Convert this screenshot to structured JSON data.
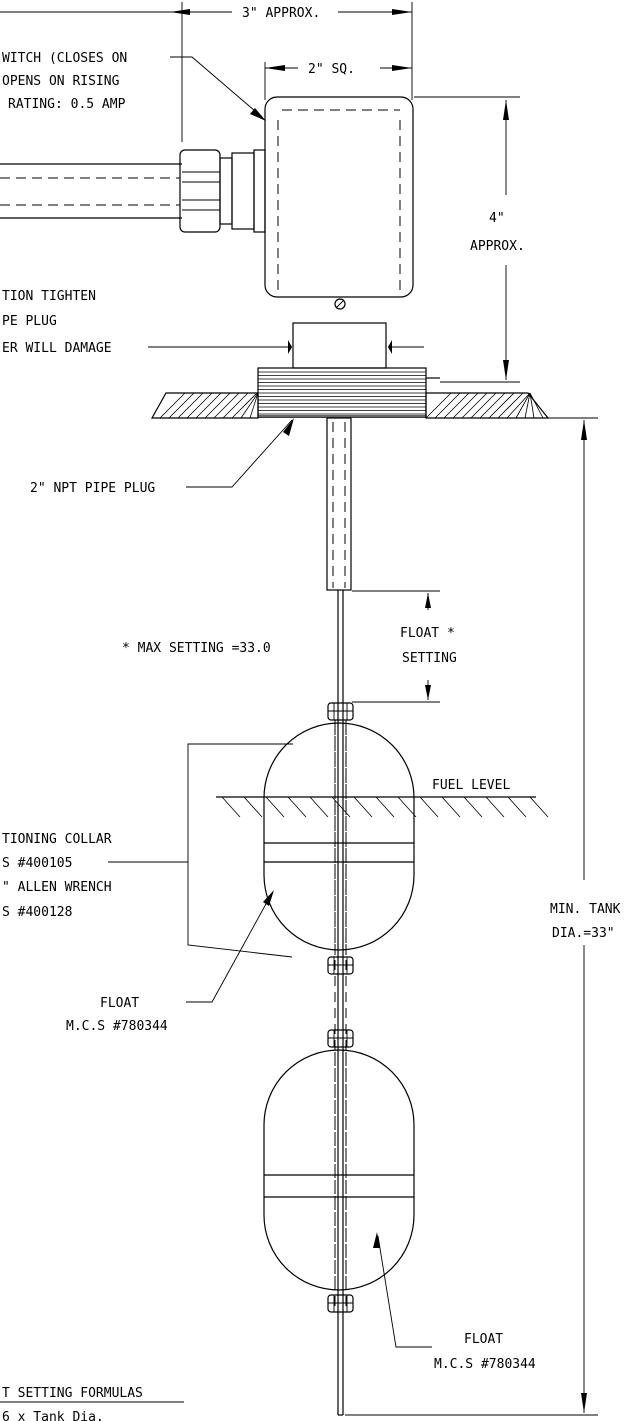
{
  "labels": {
    "dim_3in": "3\" APPROX.",
    "dim_2in_sq": "2\" SQ.",
    "switch_l1": "WITCH (CLOSES ON",
    "switch_l2": "OPENS ON RISING",
    "switch_l3": "RATING: 0.5 AMP",
    "dim_4in": "4\"",
    "dim_4in_approx": "APPROX.",
    "install_l1": "TION TIGHTEN",
    "install_l2": "PE PLUG",
    "install_l3": "ER WILL DAMAGE",
    "pipe_plug": "2\" NPT PIPE PLUG",
    "max_setting": "* MAX SETTING =33.0",
    "float_setting_l1": "FLOAT *",
    "float_setting_l2": "SETTING",
    "fuel_level": "FUEL LEVEL",
    "collar_l1": "TIONING COLLAR",
    "collar_l2": "S #400105",
    "collar_l3": "\" ALLEN WRENCH",
    "collar_l4": "S #400128",
    "min_tank_l1": "MIN. TANK",
    "min_tank_l2": "DIA.=33\"",
    "float1_l1": "FLOAT",
    "float1_l2": "M.C.S #780344",
    "float2_l1": "FLOAT",
    "float2_l2": "M.C.S #780344",
    "formulas_title": "T SETTING FORMULAS",
    "formulas_l1": "6 x Tank Dia."
  }
}
